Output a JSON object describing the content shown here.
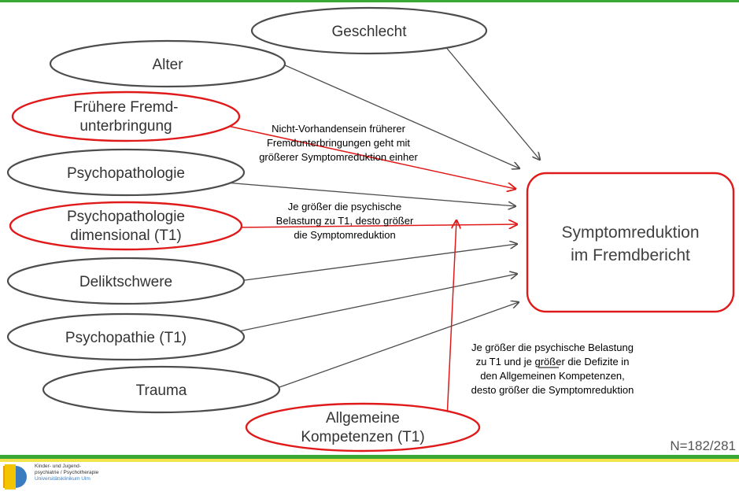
{
  "diagram": {
    "predictors": [
      {
        "id": "geschlecht",
        "lines": [
          "Geschlecht"
        ],
        "highlight": false
      },
      {
        "id": "alter",
        "lines": [
          "Alter"
        ],
        "highlight": false
      },
      {
        "id": "fremdunterbringung",
        "lines": [
          "Frühere Fremd-",
          "unterbringung"
        ],
        "highlight": true
      },
      {
        "id": "psychopathologie",
        "lines": [
          "Psychopathologie"
        ],
        "highlight": false
      },
      {
        "id": "psychopathologie-dim",
        "lines": [
          "Psychopathologie",
          "dimensional (T1)"
        ],
        "highlight": true
      },
      {
        "id": "deliktschwere",
        "lines": [
          "Deliktschwere"
        ],
        "highlight": false
      },
      {
        "id": "psychopathie",
        "lines": [
          "Psychopathie (T1)"
        ],
        "highlight": false
      },
      {
        "id": "trauma",
        "lines": [
          "Trauma"
        ],
        "highlight": false
      },
      {
        "id": "kompetenzen",
        "lines": [
          "Allgemeine",
          "Kompetenzen (T1)"
        ],
        "highlight": true
      }
    ],
    "target": {
      "lines": [
        "Symptomreduktion",
        "im Fremdbericht"
      ]
    },
    "annotations": [
      {
        "id": "anno-fremd",
        "lines": [
          "Nicht-Vorhandensein früherer",
          "Fremdunterbringungen geht mit",
          "größerer Symptomreduktion einher"
        ]
      },
      {
        "id": "anno-psych",
        "lines": [
          "Je größer die psychische",
          "Belastung zu T1, desto größer",
          "die Symptomreduktion"
        ]
      },
      {
        "id": "anno-komp",
        "lines": [
          "Je größer die psychische Belastung",
          "zu T1 und je größer die Defizite in",
          "den Allgemeinen Kompetenzen,",
          "desto größer die Symptomreduktion"
        ]
      }
    ],
    "sample_size": "N=182/281",
    "colors": {
      "neutral": "#4d4d4d",
      "highlight": "#e01a1a",
      "green": "#3aa835",
      "yellow": "#f2e34c"
    }
  },
  "footer": {
    "logo_lines": [
      "Kinder- und Jugend-",
      "psychiatrie / Psychotherapie",
      "Universitätsklinikum Ulm"
    ]
  }
}
